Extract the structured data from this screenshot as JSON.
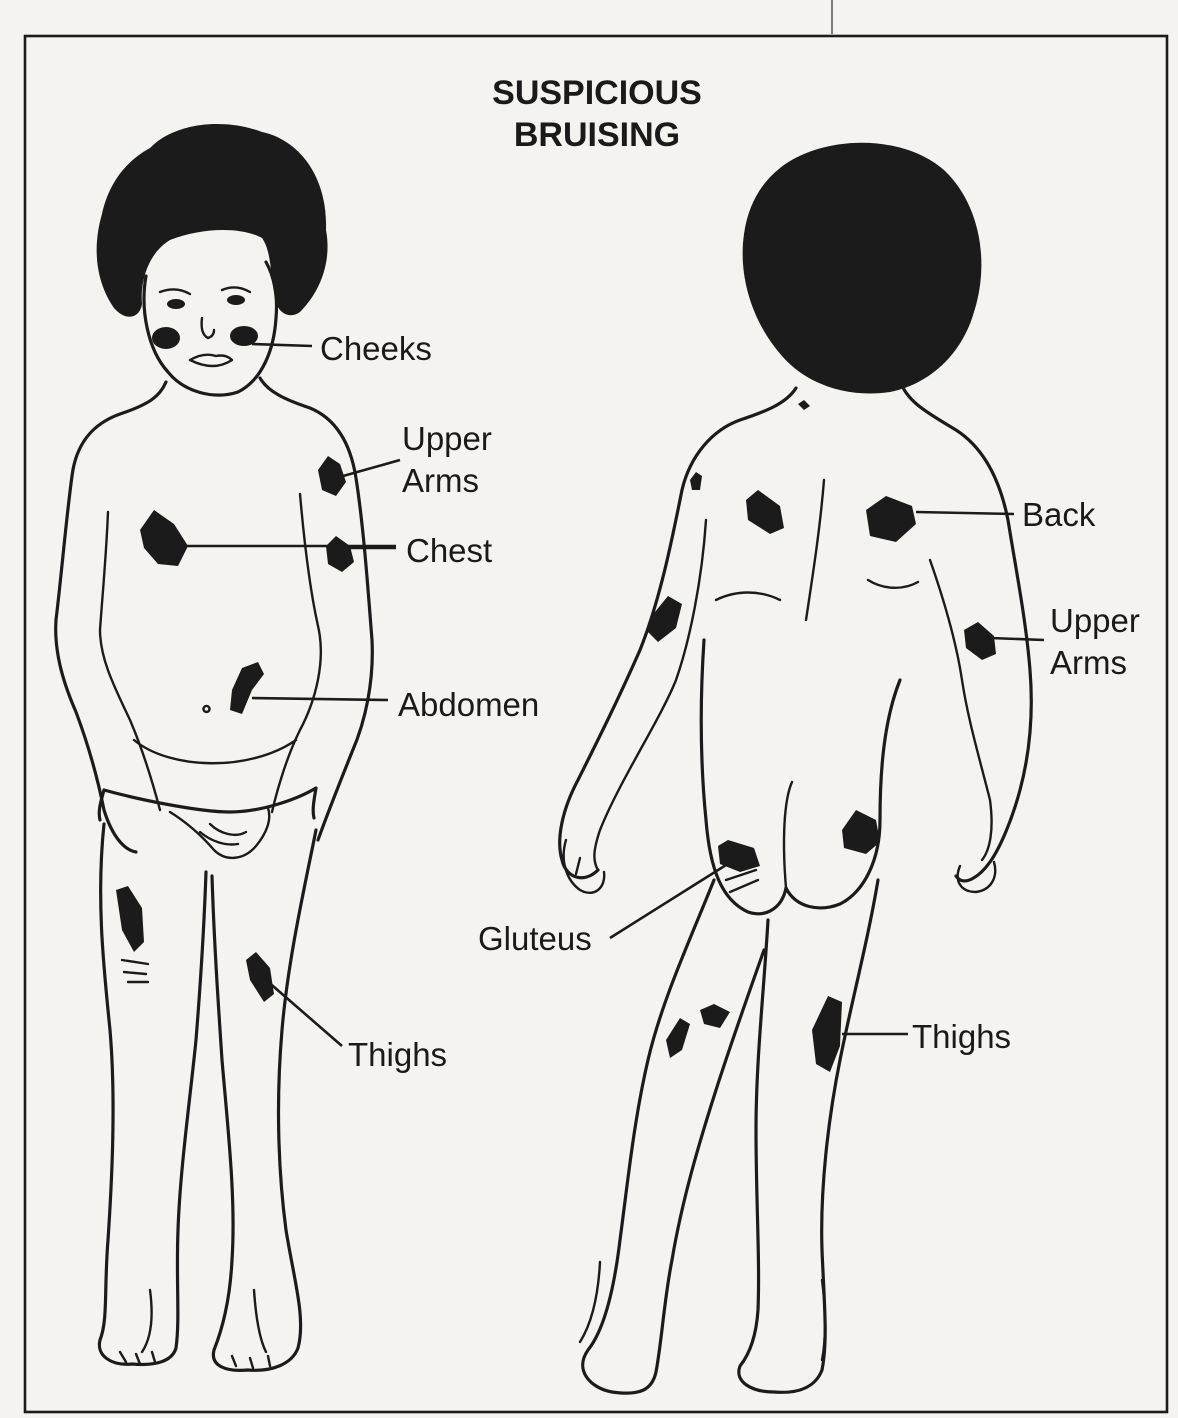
{
  "title": {
    "line1": "SUSPICIOUS",
    "line2": "BRUISING"
  },
  "front_view": {
    "labels": {
      "cheeks": "Cheeks",
      "upper_arms_line1": "Upper",
      "upper_arms_line2": "Arms",
      "chest": "Chest",
      "abdomen": "Abdomen",
      "thighs": "Thighs"
    }
  },
  "back_view": {
    "labels": {
      "back": "Back",
      "upper_arms_line1": "Upper",
      "upper_arms_line2": "Arms",
      "gluteus": "Gluteus",
      "thighs": "Thighs"
    }
  },
  "colors": {
    "paper": "#f4f3ef",
    "ink": "#1b1b1b"
  }
}
